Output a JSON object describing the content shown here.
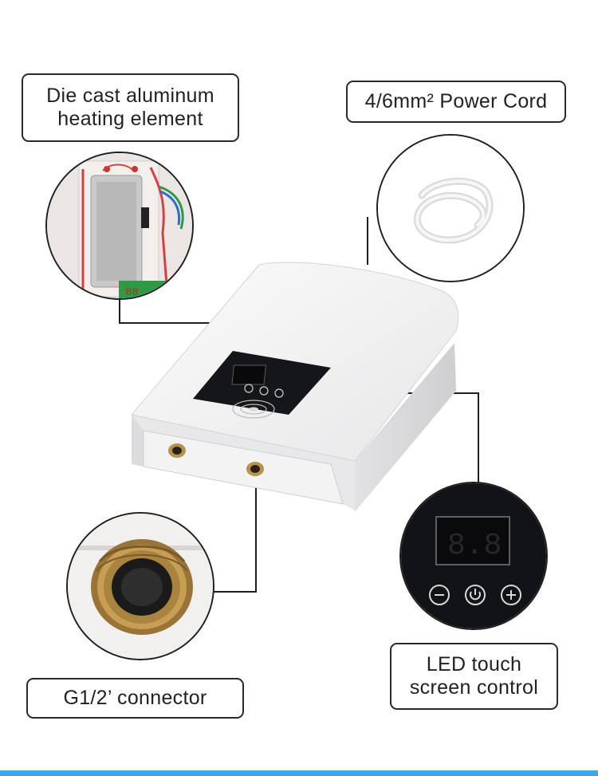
{
  "callouts": {
    "heating_element": {
      "lines": [
        "Die cast aluminum",
        "heating element"
      ]
    },
    "power_cord": {
      "lines": [
        "4/6mm² Power Cord"
      ]
    },
    "connector": {
      "lines": [
        "G1/2’ connector"
      ]
    },
    "touch_control": {
      "lines": [
        "LED touch",
        "screen control"
      ]
    }
  },
  "product": {
    "name": "tankless electric water heater"
  },
  "colors": {
    "heater_body": "#f4f4f5",
    "control_panel": "#15161a",
    "brass": "#b8924a",
    "accent_bar": "#38a8e8",
    "outline": "#1f1f1f"
  },
  "icons": [
    "minus-icon",
    "power-icon",
    "plus-icon",
    "touch-target-icon"
  ]
}
